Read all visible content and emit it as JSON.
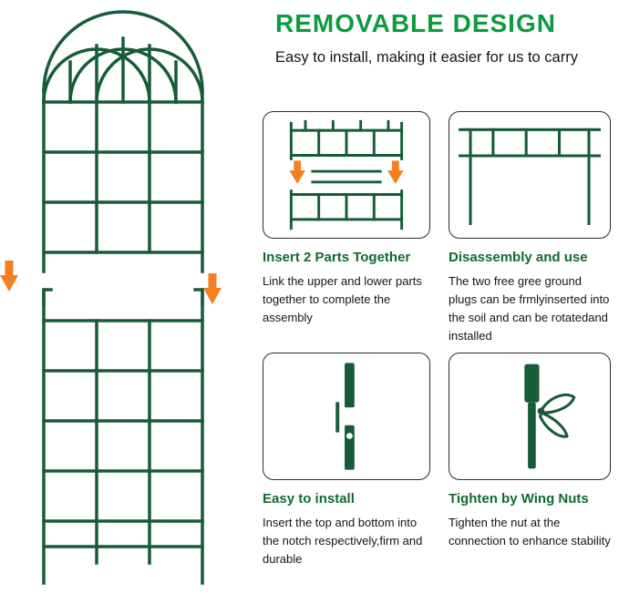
{
  "header": {
    "title": "REMOVABLE DESIGN",
    "subtitle": "Easy to install, making it easier for us to carry"
  },
  "panels": [
    {
      "caption": "Insert 2 Parts Together",
      "body": "Link the upper and lower parts together to complete the assembly"
    },
    {
      "caption": "Disassembly and use",
      "body": "The two free gree ground plugs can be frmlyinserted into the soil and can be rotatedand installed"
    },
    {
      "caption": "Easy to install",
      "body": "Insert the top and bottom into the notch respectively,firm and durable"
    },
    {
      "caption": "Tighten by Wing Nuts",
      "body": "Tighten the nut at the connection to enhance stability"
    }
  ],
  "icons": {
    "trellis": "two-part-arched-garden-trellis",
    "down_arrow": "orange-down-arrow",
    "insert_parts": "trellis-sections-joining",
    "disassembly": "trellis-top-section",
    "notch": "pole-with-notch",
    "wing_nut": "pole-with-wing-nut"
  },
  "colors": {
    "title_green": "#0d9b3d",
    "caption_green": "#116b2f",
    "trellis_green": "#165c38",
    "arrow_orange": "#f57f20"
  }
}
